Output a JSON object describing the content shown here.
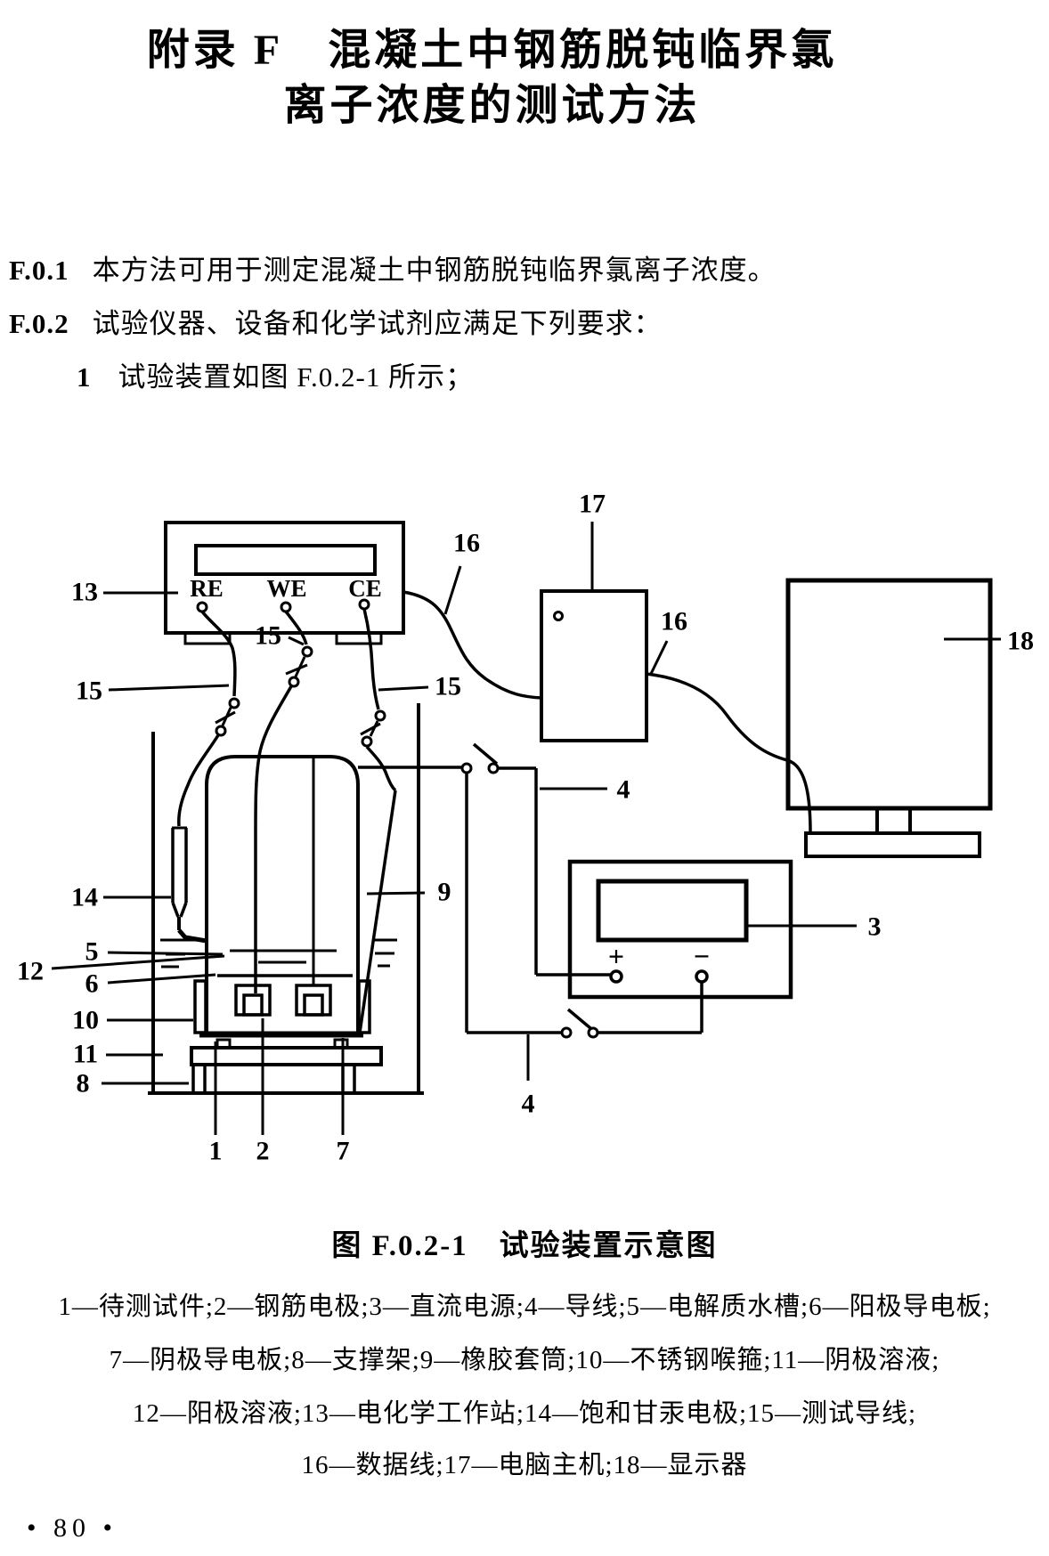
{
  "page": {
    "title_line1": "附录 F　混凝土中钢筋脱钝临界氯",
    "title_line2": "离子浓度的测试方法",
    "clauses": [
      {
        "label": "F.0.1",
        "text": "本方法可用于测定混凝土中钢筋脱钝临界氯离子浓度。"
      },
      {
        "label": "F.0.2",
        "text": "试验仪器、设备和化学试剂应满足下列要求："
      }
    ],
    "list_item": {
      "label": "1",
      "text": "试验装置如图 F.0.2-1 所示；"
    },
    "figure_caption": "图 F.0.2-1　试验装置示意图",
    "legend_lines": [
      "1—待测试件;2—钢筋电极;3—直流电源;4—导线;5—电解质水槽;6—阳极导电板;",
      "7—阴极导电板;8—支撑架;9—橡胶套筒;10—不锈钢喉箍;11—阴极溶液;",
      "12—阳极溶液;13—电化学工作站;14—饱和甘汞电极;15—测试导线;",
      "16—数据线;17—电脑主机;18—显示器"
    ],
    "page_number": "• 80 •"
  },
  "diagram": {
    "terminals": {
      "re": "RE",
      "we": "WE",
      "ce": "CE"
    },
    "polarity": {
      "plus": "+",
      "minus": "−"
    },
    "labels": {
      "n1": "1",
      "n2": "2",
      "n3": "3",
      "n4": "4",
      "n5": "5",
      "n6": "6",
      "n7": "7",
      "n8": "8",
      "n9": "9",
      "n10": "10",
      "n11": "11",
      "n12": "12",
      "n13": "13",
      "n14": "14",
      "n15": "15",
      "n16": "16",
      "n17": "17",
      "n18": "18"
    }
  },
  "colors": {
    "ink": "#000000",
    "paper": "#ffffff"
  }
}
